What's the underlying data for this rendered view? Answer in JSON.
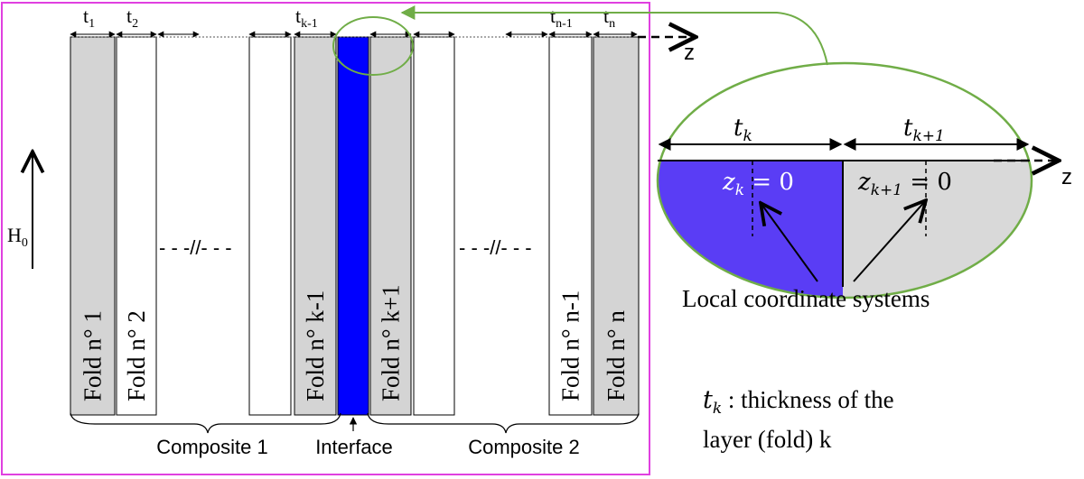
{
  "thickness_labels": {
    "t1": {
      "base": "t",
      "sub": "1"
    },
    "t2": {
      "base": "t",
      "sub": "2"
    },
    "tk_minus_1": {
      "base": "t",
      "sub": "k-1"
    },
    "tn_minus_1": {
      "base": "t",
      "sub": "n-1"
    },
    "tn": {
      "base": "t",
      "sub": "n"
    }
  },
  "field_label": {
    "base": "H",
    "sub": "0"
  },
  "axis_label": "z",
  "folds": [
    {
      "label": "Fold n° 1",
      "fill": "#d4d4d4"
    },
    {
      "label": "Fold n° 2",
      "fill": "#ffffff"
    },
    {
      "label": "",
      "fill": "#ffffff"
    },
    {
      "label": "Fold n° k-1",
      "fill": "#d4d4d4"
    },
    {
      "label": "",
      "fill": "#0000ff"
    },
    {
      "label": "Fold n° k+1",
      "fill": "#d4d4d4"
    },
    {
      "label": "",
      "fill": "#ffffff"
    },
    {
      "label": "Fold n° n-1",
      "fill": "#ffffff"
    },
    {
      "label": "Fold n° n",
      "fill": "#d4d4d4"
    }
  ],
  "break_marks": [
    "- - -//- - -",
    "- - -//- - -"
  ],
  "groups": {
    "composite1": "Composite 1",
    "interface": "Interface",
    "composite2": "Composite 2"
  },
  "zoom": {
    "tk": {
      "base": "t",
      "sub": "k"
    },
    "tk1": {
      "base": "t",
      "sub": "k+1"
    },
    "zk": {
      "base": "z",
      "sub": "k",
      "eq": " = 0"
    },
    "zk1": {
      "base": "z",
      "sub": "k+1",
      "eq": " = 0"
    },
    "local_label": "Local coordinate systems"
  },
  "legend": {
    "symbol": {
      "base": "t",
      "sub": "k"
    },
    "line1": " : thickness of the",
    "line2": "layer (fold) k"
  },
  "colors": {
    "grey": "#d4d4d4",
    "blue": "#0000ff",
    "green": "#70ad47",
    "frame": "#e040e0"
  }
}
